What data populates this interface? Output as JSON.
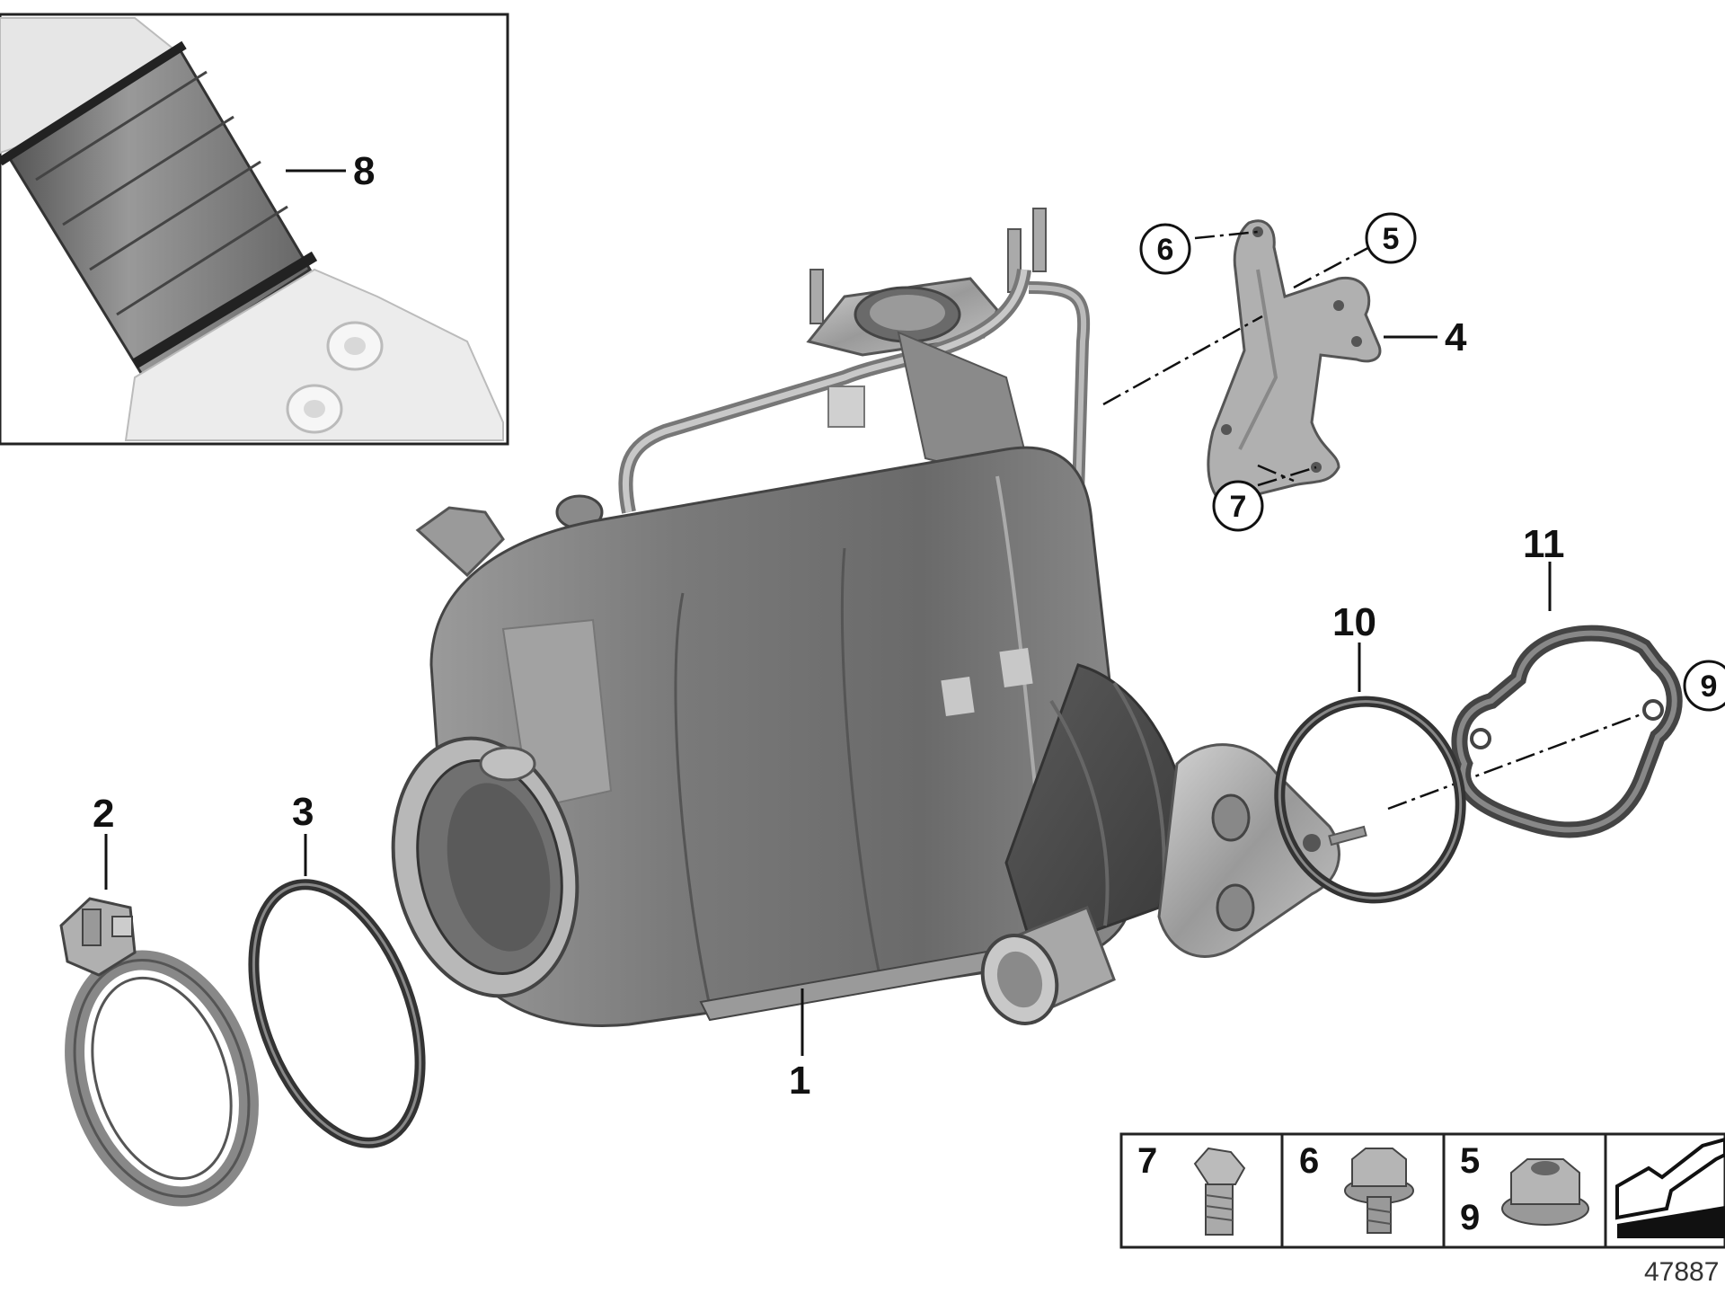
{
  "diagram": {
    "doc_number": "47887",
    "callouts": {
      "c1": "1",
      "c2": "2",
      "c3": "3",
      "c4": "4",
      "c5": "5",
      "c6": "6",
      "c7": "7",
      "c8": "8",
      "c9": "9",
      "c10": "10",
      "c11": "11"
    },
    "legend": [
      {
        "labels": [
          "7"
        ],
        "icon": "torx-bolt-icon"
      },
      {
        "labels": [
          "6"
        ],
        "icon": "hex-flange-bolt-icon"
      },
      {
        "labels": [
          "5",
          "9"
        ],
        "icon": "hex-flange-nut-icon"
      },
      {
        "labels": [],
        "icon": "tightening-arrow-icon"
      }
    ]
  },
  "colors": {
    "part_dark": "#6e6e6e",
    "part_mid": "#8c8c8c",
    "part_light": "#b5b5b5",
    "outline": "#3a3a3a",
    "text": "#111111"
  }
}
